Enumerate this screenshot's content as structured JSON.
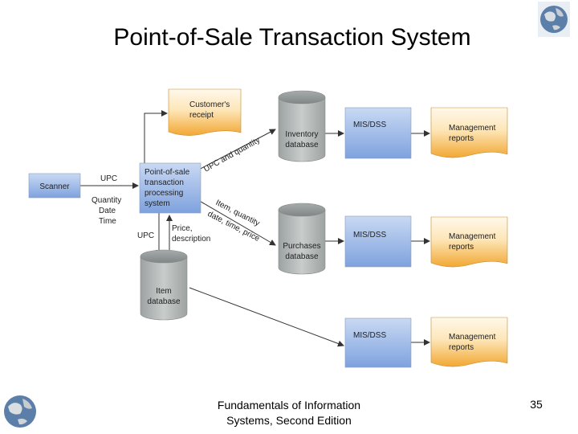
{
  "slide": {
    "title": "Point-of-Sale Transaction System",
    "footer_line1": "Fundamentals of Information",
    "footer_line2": "Systems, Second Edition",
    "page_number": "35"
  },
  "diagram": {
    "scanner": "Scanner",
    "pos_system": [
      "Point-of-sale",
      "transaction",
      "processing",
      "system"
    ],
    "customer_receipt": [
      "Customer's",
      "receipt"
    ],
    "inventory_db": [
      "Inventory",
      "database"
    ],
    "purchases_db": [
      "Purchases",
      "database"
    ],
    "item_db": [
      "Item",
      "database"
    ],
    "mis1": "MIS/DSS",
    "mis2": "MIS/DSS",
    "mis3": "MIS/DSS",
    "report1": [
      "Management",
      "reports"
    ],
    "report2": [
      "Management",
      "reports"
    ],
    "report3": [
      "Management",
      "reports"
    ],
    "label_upc_in": "UPC",
    "label_qdt": [
      "Quantity",
      "Date",
      "Time"
    ],
    "label_upc_down": "UPC",
    "label_price": [
      "Price,",
      "description"
    ],
    "label_upc_qty": "UPC and quantity",
    "label_item_qty": [
      "Item, quantity",
      "date, time, price"
    ]
  },
  "colors": {
    "blue_box_top": "#c9d9f3",
    "blue_box_bottom": "#7ea2de",
    "orange_top": "#fff8ea",
    "orange_bottom": "#f2a733",
    "cylinder": "#b4b9b8"
  }
}
